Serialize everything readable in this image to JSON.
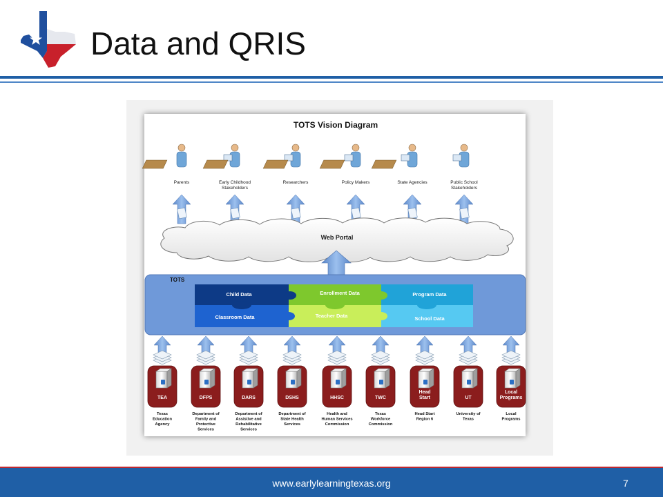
{
  "slide": {
    "title": "Data and QRIS",
    "footer_url": "www.earlylearningtexas.org",
    "page_number": "7",
    "colors": {
      "footer_blue": "#1f5fa6",
      "footer_red": "#c0282f",
      "rule_blue": "#1f5fa6",
      "tots_blue": "#6f99d9",
      "puzzle_navy": "#0d3a86",
      "puzzle_green": "#7ec82d",
      "puzzle_sky": "#20a3d8",
      "server_red": "#8b1d1d"
    }
  },
  "diagram": {
    "title": "TOTS Vision Diagram",
    "web_portal": "Web Portal",
    "tots_label": "TOTS",
    "stakeholders": [
      {
        "label_lines": [
          "Parents"
        ],
        "icon": "parent-figure-icon"
      },
      {
        "label_lines": [
          "Early Childhood",
          "Stakeholders"
        ],
        "icon": "desk-worker-icon"
      },
      {
        "label_lines": [
          "Researchers"
        ],
        "icon": "microscope-researcher-icon"
      },
      {
        "label_lines": [
          "Policy Makers"
        ],
        "icon": "policy-desk-icon"
      },
      {
        "label_lines": [
          "State Agencies"
        ],
        "icon": "agency-desk-icon"
      },
      {
        "label_lines": [
          "Public School",
          "Stakeholders"
        ],
        "icon": "presenter-board-icon"
      }
    ],
    "puzzle": {
      "child_data": "Child Data",
      "enrollment_data": "Enrollment Data",
      "program_data": "Program Data",
      "classroom_data": "Classroom Data",
      "teacher_data": "Teacher Data",
      "school_data": "School Data"
    },
    "sources": [
      {
        "code_lines": [
          "TEA"
        ],
        "label_lines": [
          "Texas",
          "Education",
          "Agency"
        ]
      },
      {
        "code_lines": [
          "DFPS"
        ],
        "label_lines": [
          "Department of",
          "Family and",
          "Protective",
          "Services"
        ]
      },
      {
        "code_lines": [
          "DARS"
        ],
        "label_lines": [
          "Department of",
          "Assistive and",
          "Rehabilitative",
          "Services"
        ]
      },
      {
        "code_lines": [
          "DSHS"
        ],
        "label_lines": [
          "Department of",
          "State Health",
          "Services"
        ]
      },
      {
        "code_lines": [
          "HHSC"
        ],
        "label_lines": [
          "Health and",
          "Human Services",
          "Commission"
        ]
      },
      {
        "code_lines": [
          "TWC"
        ],
        "label_lines": [
          "Texas",
          "Workforce",
          "Commission"
        ]
      },
      {
        "code_lines": [
          "Head",
          "Start"
        ],
        "label_lines": [
          "Head Start",
          "Region 6"
        ]
      },
      {
        "code_lines": [
          "UT"
        ],
        "label_lines": [
          "University of",
          "Texas"
        ]
      },
      {
        "code_lines": [
          "Local",
          "Programs"
        ],
        "label_lines": [
          "Local",
          "Programs"
        ]
      }
    ]
  }
}
